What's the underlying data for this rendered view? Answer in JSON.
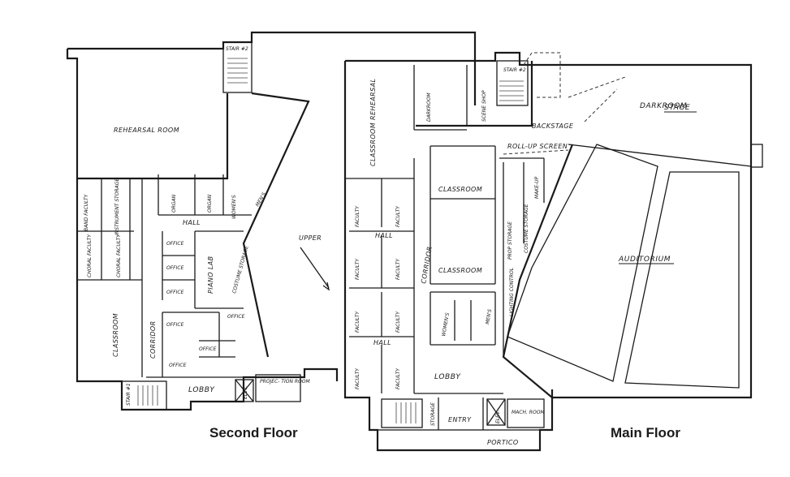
{
  "captions": {
    "second_floor": "Second Floor",
    "main_floor": "Main Floor"
  },
  "second_floor_rooms": {
    "rehearsal_room": "REHEARSAL ROOM",
    "stair_2_top": "STAIR #2",
    "band_faculty": "BAND FACULTY",
    "instrument_storage": "INSTRUMENT STORAGE",
    "organ_1": "ORGAN",
    "organ_2": "ORGAN",
    "women": "WOMEN'S",
    "men": "MEN'S",
    "hall": "HALL",
    "choral_faculty_1": "CHORAL FACULTY",
    "choral_faculty_2": "CHORAL FACULTY",
    "office_1": "OFFICE",
    "office_2": "OFFICE",
    "office_3": "OFFICE",
    "office_4": "OFFICE",
    "office_5": "OFFICE",
    "office_6": "OFFICE",
    "office_7": "OFFICE",
    "piano_lab": "PIANO LAB",
    "costume_storage": "COSTUME STORAGE",
    "classroom": "CLASSROOM",
    "corridor": "CORRIDOR",
    "lobby": "LOBBY",
    "stair_1": "STAIR #1",
    "elev": "ELEV.",
    "projection_room": "PROJEC- TION ROOM",
    "upper": "UPPER"
  },
  "main_floor_rooms": {
    "classroom_rehearsal": "CLASSROOM REHEARSAL",
    "darkroom_1": "DARKROOM",
    "scene_shop": "SCENE SHOP",
    "stair_2": "STAIR #2",
    "darkroom_stage": "DARKROOM",
    "stage": "STAGE",
    "backstage": "BACKSTAGE",
    "roll_up_screen": "ROLL-UP SCREEN",
    "classroom_1": "CLASSROOM",
    "classroom_2": "CLASSROOM",
    "make_up": "MAKE-UP",
    "prop_storage": "PROP STORAGE",
    "costume_storage": "COSTUME STORAGE",
    "lighting_control": "LIGHTING CONTROL",
    "auditorium": "AUDITORIUM",
    "faculty_1": "FACULTY",
    "faculty_2": "FACULTY",
    "faculty_3": "FACULTY",
    "faculty_4": "FACULTY",
    "faculty_5": "FACULTY",
    "faculty_6": "FACULTY",
    "faculty_7": "FACULTY",
    "faculty_8": "FACULTY",
    "hall_1": "HALL",
    "hall_2": "HALL",
    "corridor": "CORRIDOR",
    "women": "WOMEN'S",
    "men": "MEN'S",
    "lobby": "LOBBY",
    "storage": "STORAGE",
    "entry": "ENTRY",
    "elev": "ELEV.",
    "mach_room": "MACH. ROOM",
    "portico": "PORTICO"
  }
}
